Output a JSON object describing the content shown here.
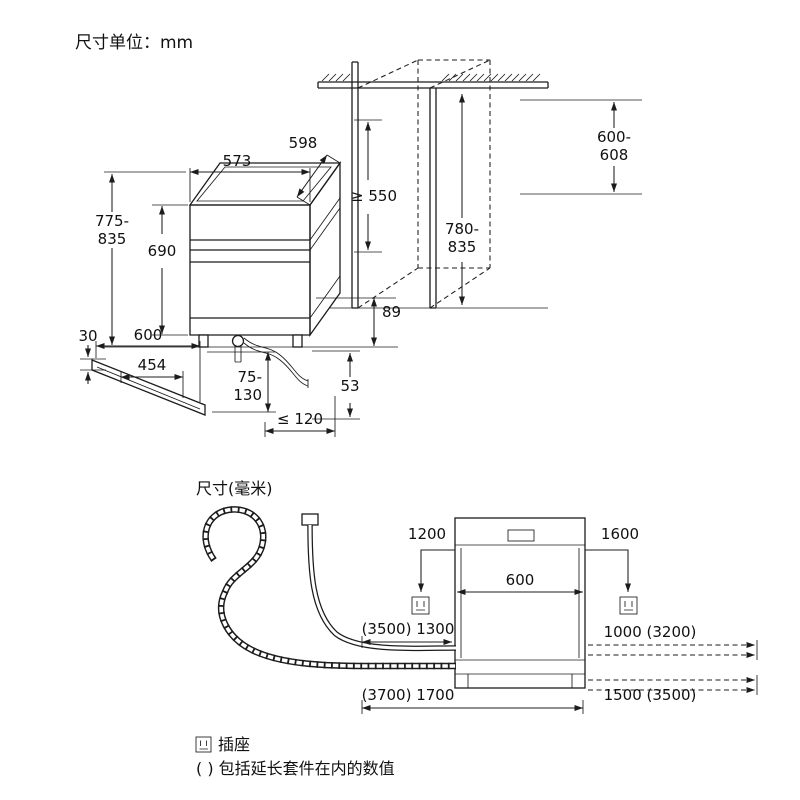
{
  "page": {
    "unit_label": "尺寸单位：mm"
  },
  "top_view": {
    "dims": {
      "top_width": "573",
      "front_width": "598",
      "niche_width_line1": "600-",
      "niche_width_line2": "608",
      "niche_depth": "≥ 550",
      "overall_height_line1": "775-",
      "overall_height_line2": "835",
      "body_height": "690",
      "niche_height_line1": "780-",
      "niche_height_line2": "835",
      "outlet_height": "89",
      "plinth_thickness": "30",
      "plinth_width": "600",
      "plinth_cutout": "454",
      "plinth_recess_line1": "75-",
      "plinth_recess_line2": "130",
      "rear_gap": "53",
      "hose_protrusion": "≤ 120"
    }
  },
  "bottom_view": {
    "unit_label": "尺寸(毫米)",
    "dims": {
      "cable_left": "1200",
      "cable_right": "1600",
      "width": "600",
      "inlet_left": "(3500) 1300",
      "inlet_right": "1000 (3200)",
      "drain_left": "(3700) 1700",
      "drain_right": "1500 (3500)"
    },
    "legend": {
      "socket_label": "插座",
      "note": "( ) 包括延长套件在内的数值"
    }
  }
}
